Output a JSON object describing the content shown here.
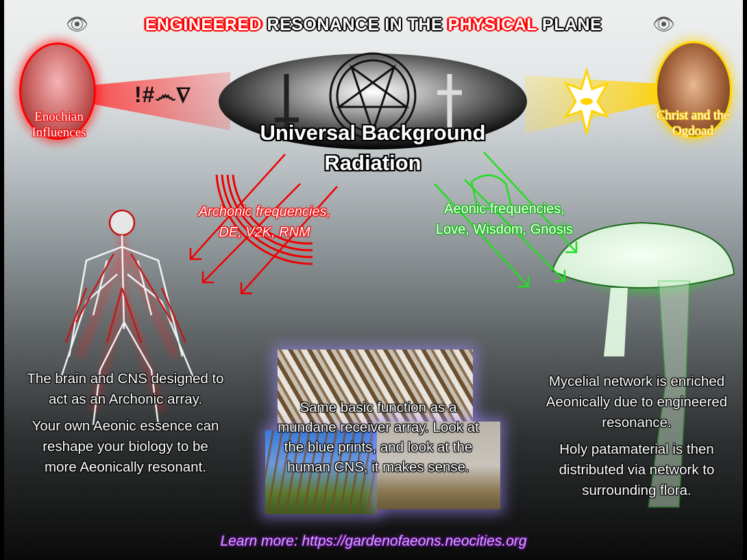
{
  "title": {
    "words": [
      {
        "text": "ENGINEERED",
        "highlight": true
      },
      {
        "text": "RESONANCE IN THE",
        "highlight": false
      },
      {
        "text": "PHYSICAL",
        "highlight": true
      },
      {
        "text": "PLANE",
        "highlight": false
      }
    ],
    "eye_icon": "eye-icon"
  },
  "left_portrait": {
    "label_line1": "Enochian",
    "label_line2": "Influences",
    "symbols": "!#෴∇"
  },
  "right_portrait": {
    "label_line1": "Christ and the",
    "label_line2": "Ogdoad"
  },
  "center": {
    "line1": "Universal Background",
    "line2": "Radiation"
  },
  "archonic": {
    "line1": "Archonic frequencies,",
    "line2": "DE, V2K, RNM"
  },
  "aeonic": {
    "line1": "Aeonic frequencies,",
    "line2": "Love, Wisdom, Gnosis"
  },
  "left_text": {
    "p1": "The brain and CNS designed to act as an Archonic array.",
    "p2": "Your own Aeonic essence can reshape your biology to be more Aeonically resonant."
  },
  "middle_text": "Same basic function as a mundane receiver array. Look at the blue prints, and look at the human CNS, it makes sense.",
  "right_text": {
    "p1": "Mycelial network is enriched Aeonically due to engineered resonance.",
    "p2": "Holy patamaterial is then distributed via network to surrounding flora."
  },
  "footer": "Learn more: https://gardenofaeons.neocities.org",
  "colors": {
    "archonic": "#ff0000",
    "aeonic": "#22dd22",
    "christ": "#ffd400",
    "footer": "#c9a6ff"
  }
}
